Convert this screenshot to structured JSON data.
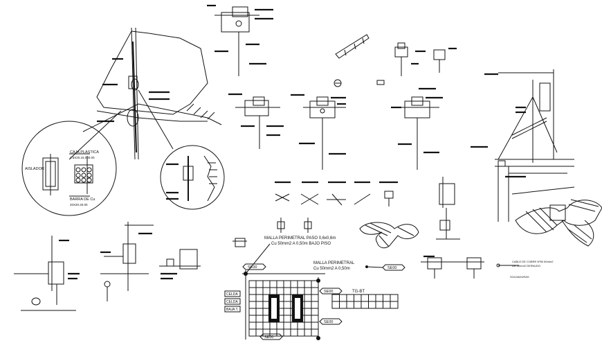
{
  "detail_circle": {
    "caja_label_1": "CAJA PLASTICA",
    "caja_label_2": "1.5X20.15.000.00",
    "aislador_label": "AISLADOR",
    "barra_label_1": "BARRA DE Cu",
    "barra_label_2": "20X20.20.00"
  },
  "malla_paso": {
    "line1": "MALLA PERIMETRAL PASO 0,6x0,6m",
    "line2": "Cu 50mm2 A 0,50m BAJO PISO"
  },
  "malla_perimetral": {
    "line1": "MALLA PERIMETRAL",
    "line2": "Cu 50mm2 A 0,50m"
  },
  "tags": {
    "se00_a": "SE00",
    "se00_b": "SE00",
    "se00_c": "SE00",
    "se00_d": "SE00",
    "se00_e": "SE00",
    "tgbt": "TG-BT"
  },
  "side_boxes": [
    "CELDA",
    "CELDA",
    "BAJA T."
  ],
  "cable_note": {
    "line1": "CABLE DE COBRE Nº50 50mm2",
    "line2": "DE 50mm2 DESNUDO",
    "line3": "SOLDADURAS"
  },
  "colors": {
    "ink": "#111111",
    "paper": "#ffffff"
  }
}
